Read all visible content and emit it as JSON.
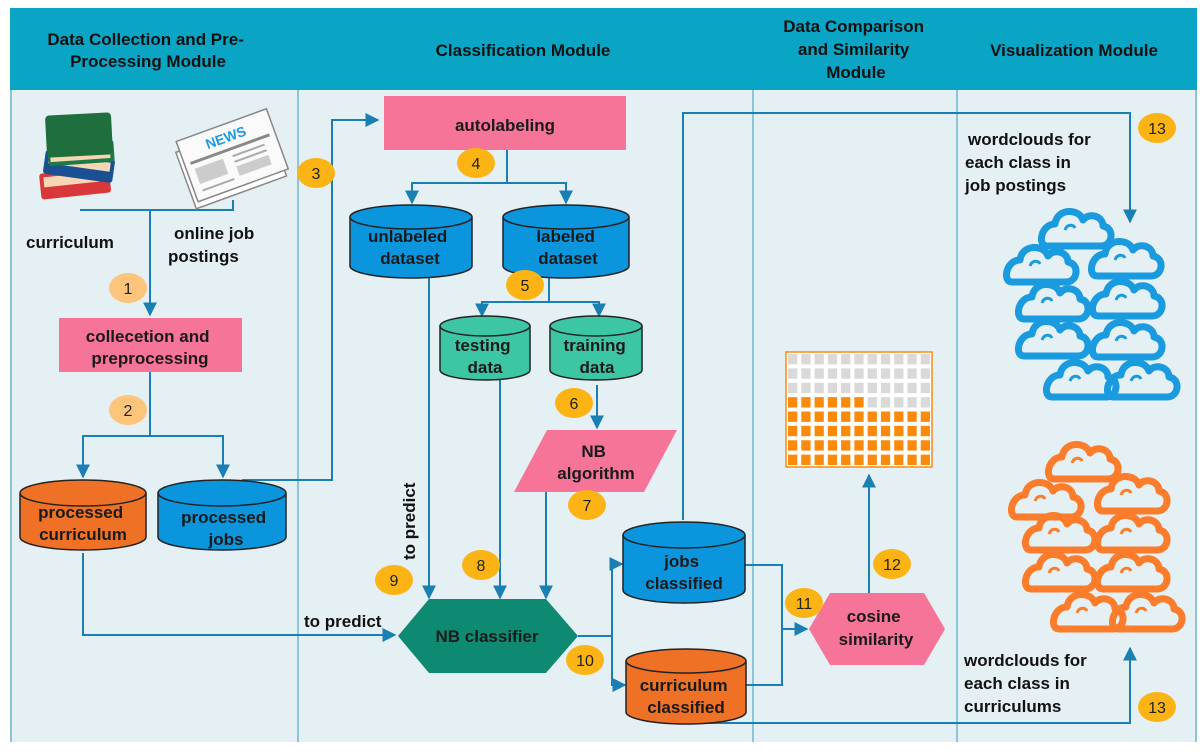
{
  "header": {
    "columns": [
      {
        "title_lines": [
          "Data Collection and Pre-",
          "Processing Module"
        ]
      },
      {
        "title_lines": [
          "Classification Module"
        ]
      },
      {
        "title_lines": [
          "Data Comparison",
          "and Similarity",
          "Module"
        ]
      },
      {
        "title_lines": [
          "Visualization Module"
        ]
      }
    ]
  },
  "colors": {
    "header_bg": "#0aa5c5",
    "lane_bg": "#e5f0f4",
    "lane_border": "#6fb6cf",
    "arrow": "#1a7fb3",
    "pink": "#f77499",
    "blue_db": "#0b95dd",
    "orange_db": "#ef7126",
    "teal_db": "#3dc6a4",
    "classifier": "#0e8a73",
    "badge_yellow": "#fcb414",
    "badge_light": "#fdc47b",
    "cloud_blue": "#1a9be0",
    "cloud_orange": "#fb7c2a",
    "matrix_orange": "#fb8a0c",
    "matrix_gray": "#d9d9d9"
  },
  "icons": {
    "books": "books-icon",
    "newspaper": "newspaper-icon",
    "newspaper_caption": "NEWS"
  },
  "labels": {
    "curriculum": "curriculum",
    "online_job_postings": [
      "online job",
      "postings"
    ],
    "to_predict_horizontal": "to predict",
    "to_predict_vertical": "to predict",
    "wordclouds_jobs": [
      "wordclouds for",
      "each class in",
      "job postings"
    ],
    "wordclouds_curriculums": [
      "wordclouds for",
      "each class in",
      "curriculums"
    ]
  },
  "nodes": {
    "collection": [
      "collecetion and",
      "preprocessing"
    ],
    "processed_curriculum": [
      "processed",
      "curriculum"
    ],
    "processed_jobs": [
      "processed",
      "jobs"
    ],
    "autolabeling": [
      "autolabeling"
    ],
    "unlabeled_dataset": [
      "unlabeled",
      "dataset"
    ],
    "labeled_dataset": [
      "labeled",
      "dataset"
    ],
    "testing_data": [
      "testing",
      "data"
    ],
    "training_data": [
      "training",
      "data"
    ],
    "nb_algorithm": [
      "NB",
      "algorithm"
    ],
    "nb_classifier": [
      "NB classifier"
    ],
    "jobs_classified": [
      "jobs",
      "classified"
    ],
    "curriculum_classified": [
      "curriculum",
      "classified"
    ],
    "cosine_similarity": [
      "cosine",
      "similarity"
    ]
  },
  "steps": [
    "1",
    "2",
    "3",
    "4",
    "5",
    "6",
    "7",
    "8",
    "9",
    "10",
    "11",
    "12",
    "13",
    "13"
  ],
  "similarity_matrix": {
    "rows": 8,
    "cols": 11
  }
}
